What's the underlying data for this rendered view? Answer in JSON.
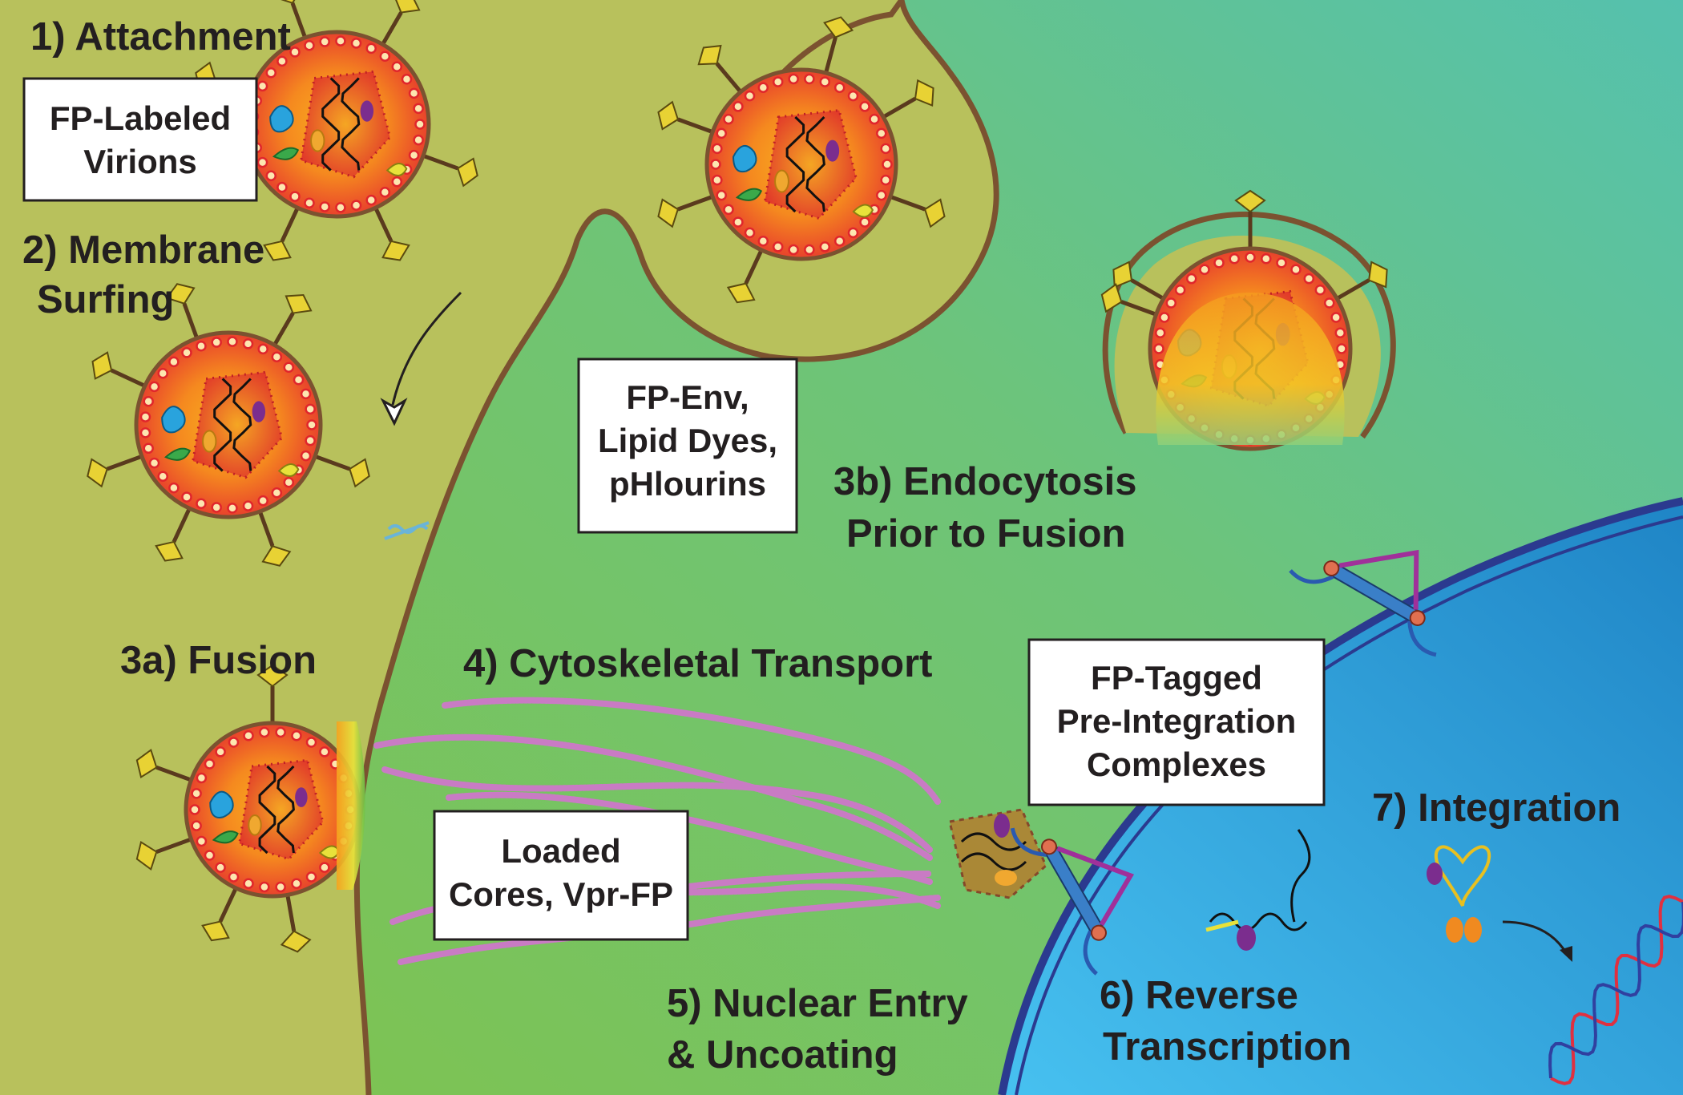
{
  "steps": {
    "attachment": "1) Attachment",
    "membrane_surfing": [
      "2) Membrane",
      "Surfing"
    ],
    "fusion": "3a) Fusion",
    "endocytosis": [
      "3b) Endocytosis",
      "Prior to Fusion"
    ],
    "cytoskeletal_transport": "4) Cytoskeletal Transport",
    "nuclear_entry": [
      "5) Nuclear Entry",
      "& Uncoating"
    ],
    "reverse_transcription": [
      "6) Reverse",
      "Transcription"
    ],
    "integration": "7) Integration"
  },
  "boxes": {
    "fp_labeled": [
      "FP-Labeled",
      "Virions"
    ],
    "fp_env": [
      "FP-Env,",
      "Lipid Dyes,",
      "pHlourins"
    ],
    "loaded_cores": [
      "Loaded",
      "Cores, Vpr-FP"
    ],
    "fp_tagged": [
      "FP-Tagged",
      "Pre-Integration",
      "Complexes"
    ]
  },
  "colors": {
    "extracellular": "#b8c15c",
    "cytoplasm_green": "#7dc353",
    "cytoplasm_teal": "#55c1ae",
    "membrane": "#7b5230",
    "nucleus_light": "#47c1f0",
    "nucleus_dark": "#1f85c6",
    "nuclear_envelope": "#2b3a8f",
    "virion_outer": "#e8412c",
    "virion_inner": "#f9b11f",
    "lipid_dot": "#e0262c",
    "envelope_spike": "#e8d234",
    "core_red": "#e0342a",
    "microtubule": "#c97bc4"
  },
  "icons": [
    "virion",
    "envelope-spike",
    "capsid-core",
    "rna-strand",
    "microtubule",
    "nuclear-pore",
    "dna-helix",
    "integrase"
  ]
}
